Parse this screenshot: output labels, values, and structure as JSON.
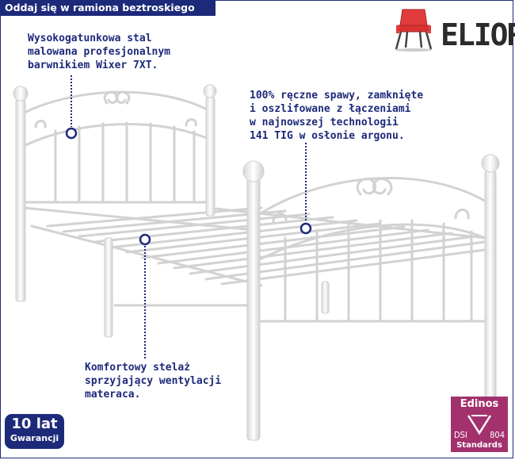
{
  "header": {
    "title": "Oddaj się w ramiona beztroskiego snu"
  },
  "brand": {
    "name": "ELIOR",
    "icon": "red-chair-icon"
  },
  "callouts": [
    {
      "lines": [
        "Wysokogatunkowa stal",
        "malowana profesjonalnym",
        "barwnikiem Wixer 7XT."
      ]
    },
    {
      "lines": [
        "100% ręczne spawy, zamknięte",
        "i oszlifowane z łączeniami",
        "w najnowszej technologii",
        "141 TIG w osłonie argonu."
      ]
    },
    {
      "lines": [
        "Komfortowy stelaż",
        "sprzyjający wentylacji",
        "materaca."
      ]
    }
  ],
  "warranty": {
    "line1": "10 lat",
    "line2": "Gwarancji"
  },
  "certificate": {
    "brand": "Edinos",
    "left": "DSI",
    "right": "804",
    "bottom": "Standards"
  },
  "colors": {
    "navy": "#1d2a7a",
    "brand_red": "#e23b3b",
    "certificate": "#a3316d",
    "bed_white": "#f4f4f4"
  }
}
